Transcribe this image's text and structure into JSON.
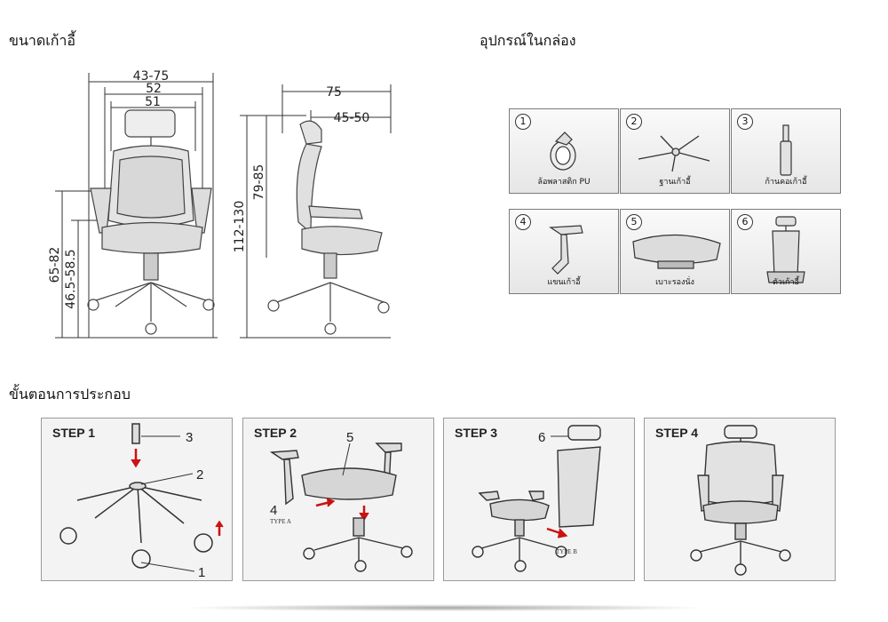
{
  "headings": {
    "chair_size": "ขนาดเก้าอี้",
    "box_contents": "อุปกรณ์ในกล่อง",
    "assembly_steps": "ขั้นตอนการประกอบ"
  },
  "dimensions": {
    "front_overall_width": "43-75",
    "front_seat_width": "52",
    "front_back_width": "51",
    "front_armrest_height": "65-82",
    "front_seat_height": "46.5-58.5",
    "side_depth": "75",
    "side_headrest_depth": "45-50",
    "side_overall_height": "112-130",
    "side_back_height": "79-85"
  },
  "parts": [
    {
      "num": "1",
      "name": "ล้อพลาสติก PU",
      "icon": "caster-wheel-icon"
    },
    {
      "num": "2",
      "name": "ฐานเก้าอี้",
      "icon": "chair-base-icon"
    },
    {
      "num": "3",
      "name": "ก้านคอเก้าอี้",
      "icon": "gas-cylinder-icon"
    },
    {
      "num": "4",
      "name": "แขนเก้าอี้",
      "icon": "armrest-icon"
    },
    {
      "num": "5",
      "name": "เบาะรองนั่ง",
      "icon": "seat-cushion-icon"
    },
    {
      "num": "6",
      "name": "ตัวเก้าอี้",
      "icon": "chair-back-icon"
    }
  ],
  "steps": [
    {
      "label": "STEP 1",
      "callouts": [
        "3",
        "2",
        "1"
      ]
    },
    {
      "label": "STEP 2",
      "callouts": [
        "5",
        "4"
      ],
      "note": "TYPE A"
    },
    {
      "label": "STEP 3",
      "callouts": [
        "6"
      ],
      "note": "TYPE B"
    },
    {
      "label": "STEP 4"
    }
  ],
  "colors": {
    "arrow": "#cc1111",
    "line": "#333333"
  }
}
